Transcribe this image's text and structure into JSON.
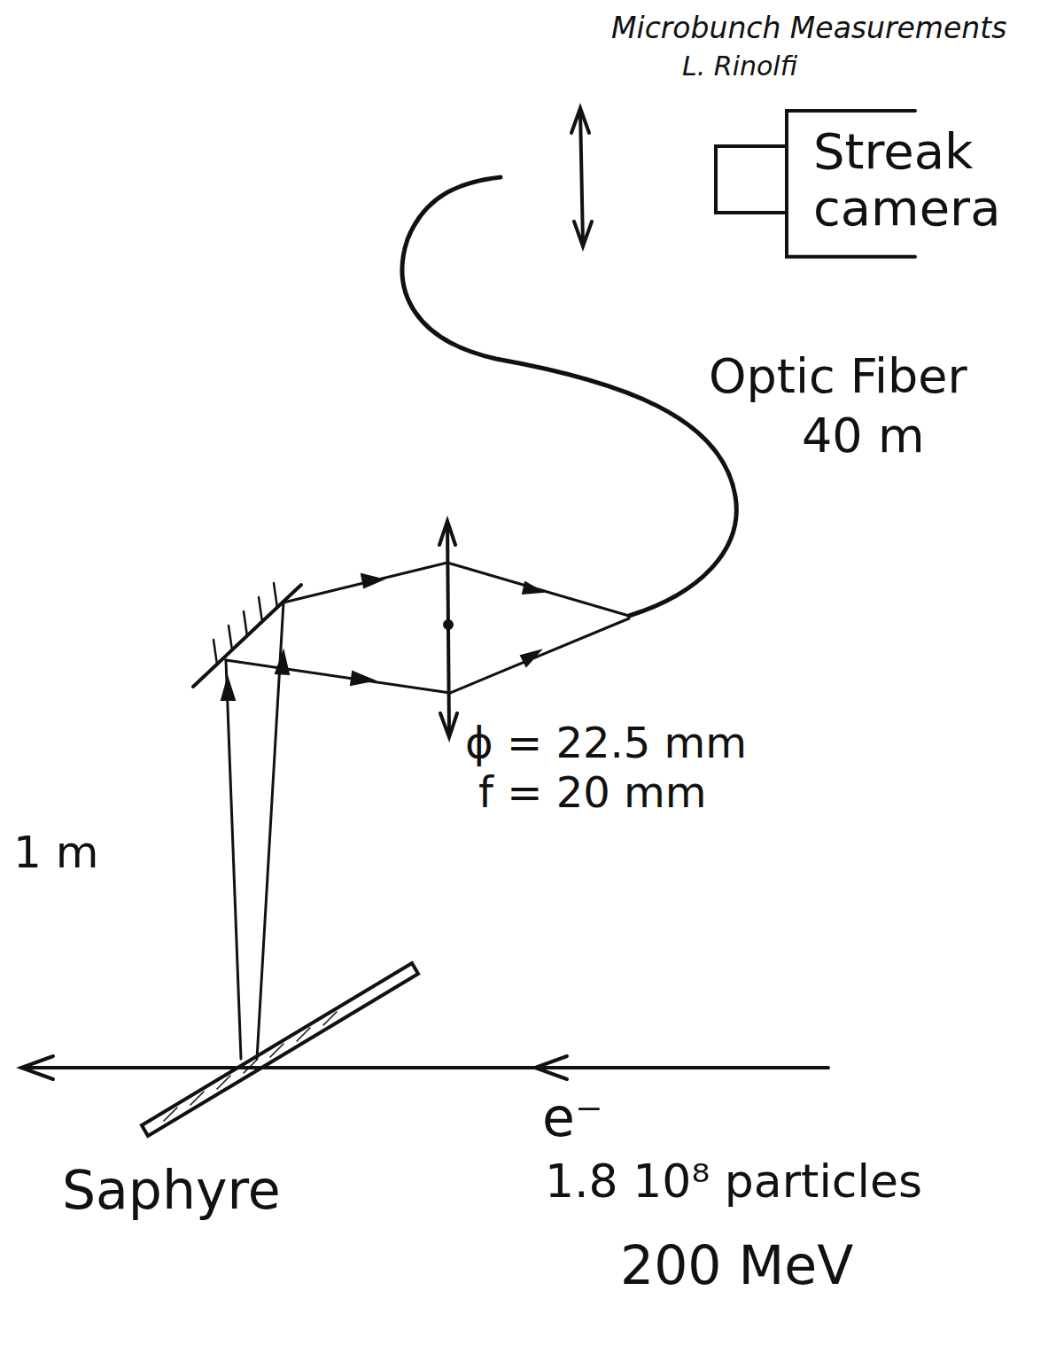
{
  "diagram": {
    "title": "Microbunch Measurements",
    "nodes": [
      {
        "text": [
          "Streak camera"
        ]
      }
    ],
    "labels": [
      "L. Rinolfi",
      "Optic Fiber",
      "40 m",
      "ϕ = 22.5 mm",
      "f = 20 mm",
      "1 m",
      "e⁻",
      "Saphyre",
      "1.8 10⁸ particles",
      "200 MeV"
    ]
  }
}
